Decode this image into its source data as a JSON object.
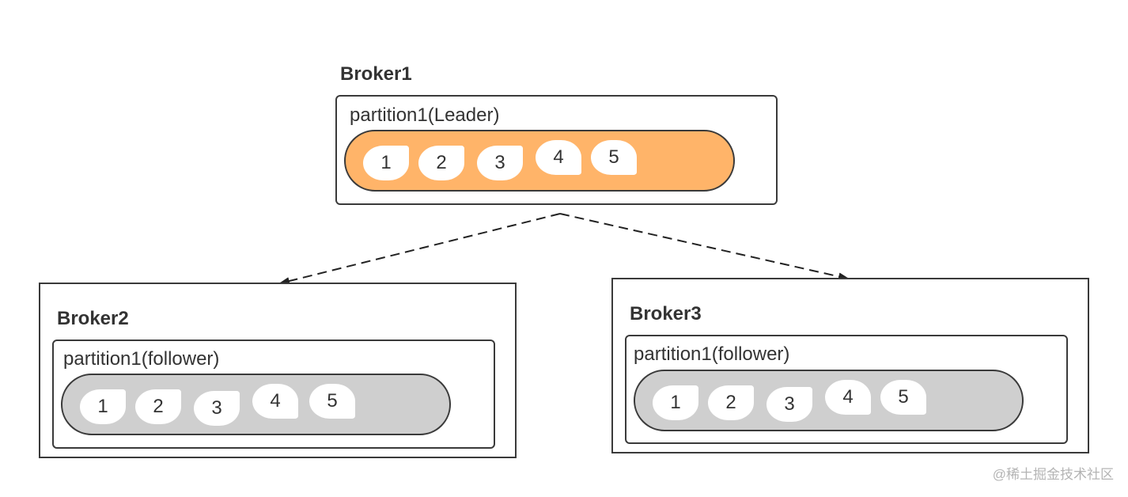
{
  "brokers": {
    "broker1": {
      "title": "Broker1",
      "partition_label": "partition1(Leader)",
      "messages": [
        "1",
        "2",
        "3",
        "4",
        "5"
      ]
    },
    "broker2": {
      "title": "Broker2",
      "partition_label": "partition1(follower)",
      "messages": [
        "1",
        "2",
        "3",
        "4",
        "5"
      ]
    },
    "broker3": {
      "title": "Broker3",
      "partition_label": "partition1(follower)",
      "messages": [
        "1",
        "2",
        "3",
        "4",
        "5"
      ]
    }
  },
  "colors": {
    "leader_fill": "#ffb469",
    "follower_fill": "#cfcfcf",
    "stroke": "#3a3a3a"
  },
  "watermark": "@稀土掘金技术社区"
}
